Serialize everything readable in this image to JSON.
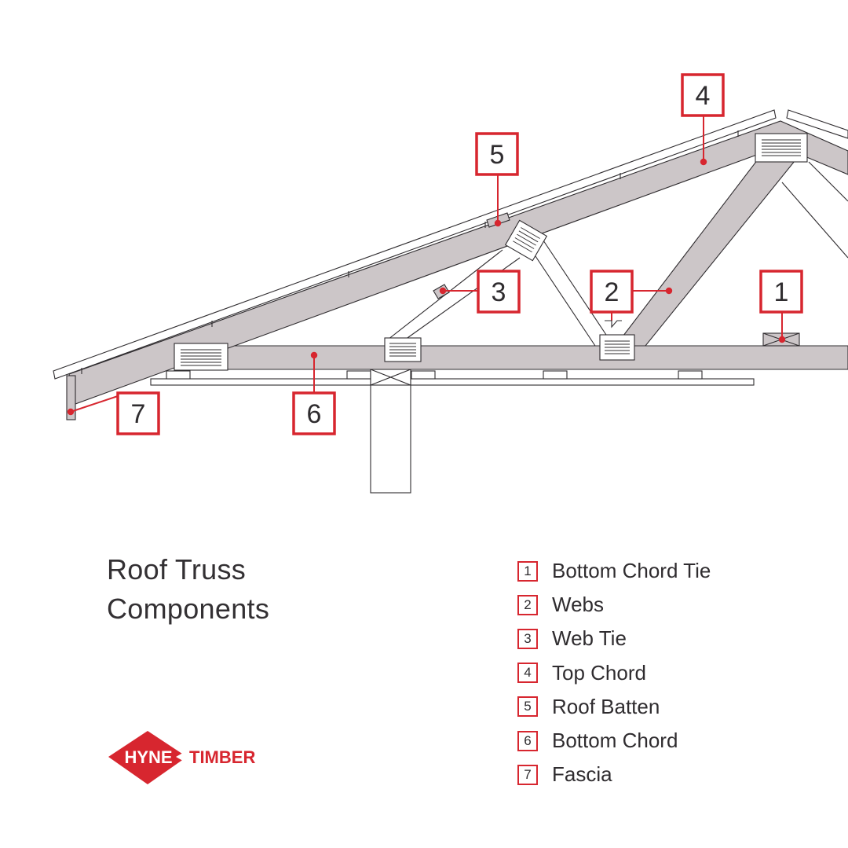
{
  "callouts": [
    {
      "number": "1",
      "label": "Bottom Chord Tie"
    },
    {
      "number": "2",
      "label": "Webs"
    },
    {
      "number": "3",
      "label": "Web Tie"
    },
    {
      "number": "4",
      "label": "Top Chord"
    },
    {
      "number": "5",
      "label": "Roof Batten"
    },
    {
      "number": "6",
      "label": "Bottom Chord"
    },
    {
      "number": "7",
      "label": "Fascia"
    }
  ],
  "title": {
    "line1": "Roof Truss",
    "line2": "Components"
  },
  "logo": {
    "text_left": "HYNE",
    "text_right": "TIMBER"
  },
  "colors": {
    "accent": "#d7262f",
    "timber": "#ccc6c8",
    "outline": "#2f2c2f",
    "text": "#333033"
  }
}
